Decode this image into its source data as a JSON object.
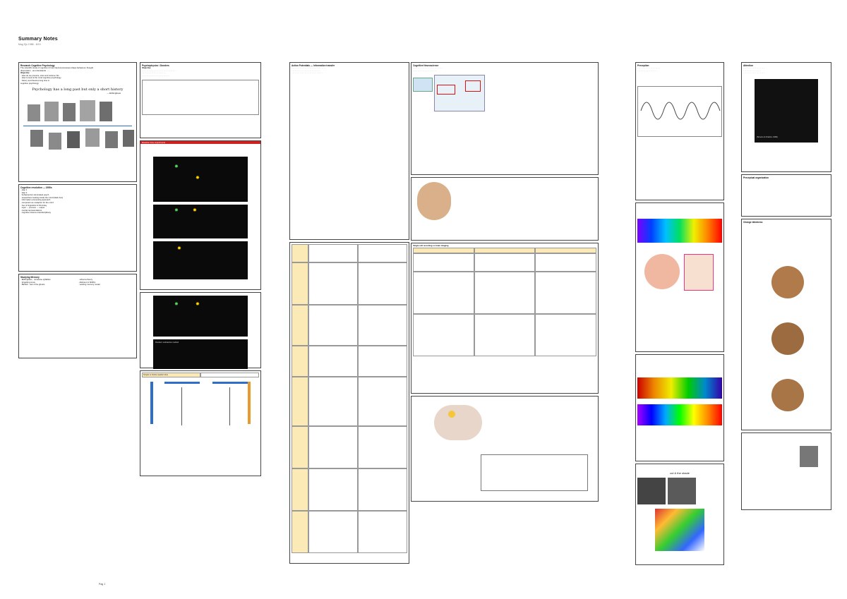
{
  "document": {
    "title": "Summary Notes",
    "subtitle": "Mag Sjo 1986 - 8/19",
    "footer": "Pag 1"
  },
  "columns": [
    {
      "id": "c1",
      "sections": [
        {
          "title": "Research Cognitive Psychology",
          "lines": [
            "The scientific study of cognition & how internal processes shape behaviour, thought",
            "observation · as understands · ...",
            "Objective",
            "· How do we process, store and retrieve info",
            "· How to look at the mind cognitive psychology",
            "· history and theories long time in",
            "  cognitive psychology"
          ]
        },
        {
          "title": "Cognitive revolution — 1950s",
          "lines": [
            "· step 1",
            "· step 2",
            "· behaviourism dominated psych",
            "· researchers looking inside the mind (black box)",
            "· information processing approach",
            "· computers as metaphor for the mind",
            "· rise of linguistics & Chomsky",
            "· input → process → output",
            "· mental representations",
            "· cognitive science interdisciplinary"
          ]
        },
        {
          "title": "Studying Memory",
          "lines": [
            "· Ebbinghaus · nonsense syllables",
            "· forgetting curve",
            "· Bartlett · war of the ghosts",
            "· schema theory",
            "· Atkinson & Shiffrin",
            "· working memory model"
          ]
        }
      ]
    }
  ],
  "texts": {
    "quote": "Psychology has a long past but only a short history",
    "quote_by": "— Ebbinghaus",
    "c2_title": "Psychophysics / Donders",
    "c2_obj": "Objective",
    "c2_red": "Reaction time experiments",
    "c2_box2": "Donders' subtraction method",
    "c2_yel": "Simple vs choice reaction time",
    "c3_title": "Action Potentials — Information transfer",
    "c4_title": "Cognitive Neuroscience",
    "c4_tbl": "Single cell recording vs brain imaging",
    "c5_title": "Perception",
    "c6_title": "Attention",
    "c6_ref": "(Simons & Chabris, 1999)",
    "c6_box2": "Perceptual organization",
    "c6_box3": "Change blindness",
    "c5_illusion": "cut & the shade"
  },
  "colors": {
    "accent_red": "#c22222",
    "highlight": "#fbe9b6",
    "panel_dark": "#0a0a0a",
    "timeline_blue": "#2f6fc9"
  }
}
